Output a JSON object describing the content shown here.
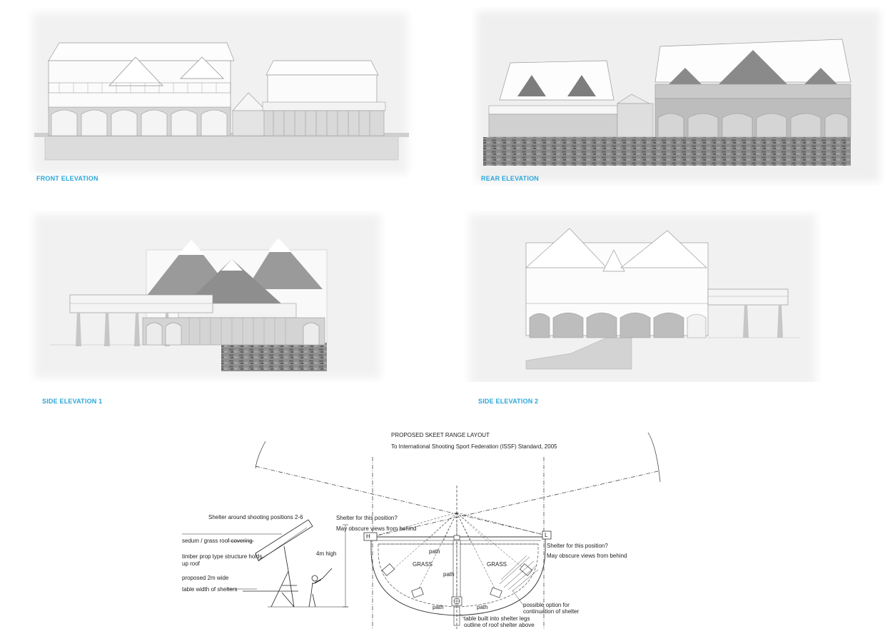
{
  "elevations": {
    "front": "FRONT ELEVATION",
    "rear": "REAR ELEVATION",
    "side1": "SIDE ELEVATION 1",
    "side2": "SIDE ELEVATION 2"
  },
  "skeet": {
    "title": "PROPOSED SKEET RANGE LAYOUT",
    "subtitle": "To International Shooting Sport Federation (ISSF) Standard, 2005",
    "shelter_heading": "Shelter around shooting positions 2-6",
    "label_roof": "sedum / grass roof covering",
    "label_timber_1": "timber prop type structure holds",
    "label_timber_2": "up roof",
    "label_width_1": "proposed 2m wide",
    "label_width_2": "table width of shelters",
    "label_height": "4m high",
    "shelter_left_1": "Shelter for this position?",
    "shelter_left_2": "May obscure views from behind",
    "shelter_right_1": "Shelter for this position?",
    "shelter_right_2": "May obscure views from behind",
    "house_high": "H",
    "house_low": "L",
    "grass_left": "GRASS",
    "grass_right": "GRASS",
    "path_top": "path",
    "path_mid": "path",
    "path_bottom_left": "path",
    "path_bottom_right": "path",
    "option_1": "possible option for",
    "option_2": "continuation of shelter",
    "table_note": "table built into shelter legs",
    "outline_note": "outline of roof shelter above"
  }
}
